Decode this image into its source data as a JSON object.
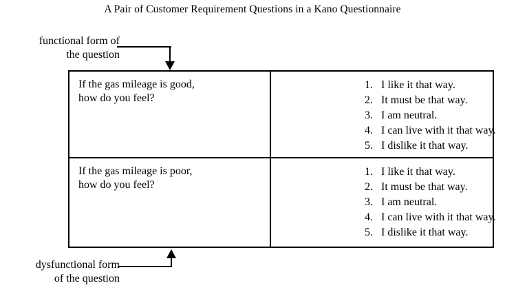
{
  "title": "A Pair of Customer Requirement Questions in a Kano Questionnaire",
  "callouts": {
    "functional": {
      "line1": "functional form of",
      "line2": "the question"
    },
    "dysfunctional": {
      "line1": "dysfunctional form",
      "line2": "of the question"
    }
  },
  "table": {
    "rows": [
      {
        "question": {
          "line1": "If the gas mileage is good,",
          "line2": "how do you feel?"
        },
        "answers": [
          {
            "num": "1.",
            "label": "I like it that way."
          },
          {
            "num": "2.",
            "label": "It must be that way."
          },
          {
            "num": "3.",
            "label": "I am neutral."
          },
          {
            "num": "4.",
            "label": "I can live with it that way."
          },
          {
            "num": "5.",
            "label": "I dislike it that way."
          }
        ]
      },
      {
        "question": {
          "line1": "If the gas mileage is poor,",
          "line2": "how do you feel?"
        },
        "answers": [
          {
            "num": "1.",
            "label": "I like it that way."
          },
          {
            "num": "2.",
            "label": "It must be that way."
          },
          {
            "num": "3.",
            "label": "I am neutral."
          },
          {
            "num": "4.",
            "label": "I can live with it that way."
          },
          {
            "num": "5.",
            "label": "I dislike it that way."
          }
        ]
      }
    ]
  },
  "colors": {
    "ink": "#000000",
    "background": "#ffffff"
  }
}
